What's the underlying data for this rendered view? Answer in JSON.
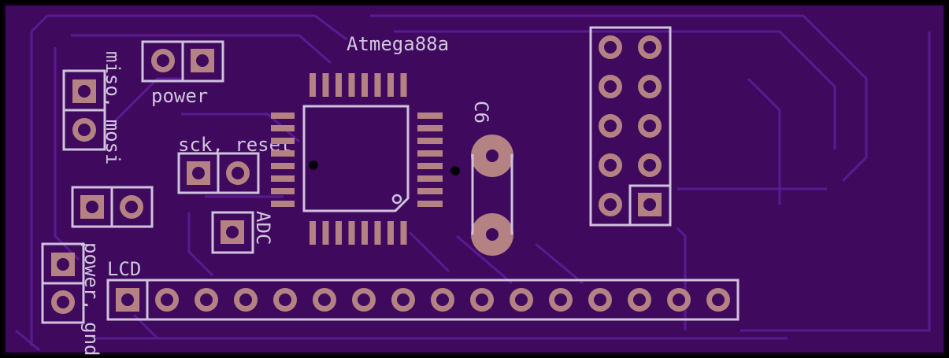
{
  "board": {
    "background": "#000000",
    "substrate": "#3f0a5e",
    "silkscreen": "#cfc2dc",
    "copper_pad": "#b48282"
  },
  "labels": {
    "chip": "Atmega88a",
    "power": "power",
    "miso_mosi": "miso, mosi",
    "sck_reset": "sck, reset",
    "adc": "ADC",
    "capacitor": "C6",
    "lcd": "LCD",
    "power_gnd": "power, gnd"
  },
  "lcd_header": {
    "pin_count": 16
  },
  "isp_header": {
    "rows": 5,
    "cols": 2
  }
}
